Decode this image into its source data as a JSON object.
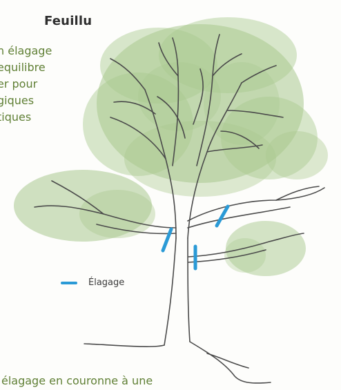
{
  "title": "Feuillu",
  "side_text": {
    "lines": [
      "n élagage",
      "equilibre",
      "er pour",
      "giques",
      "tiques"
    ]
  },
  "legend": {
    "label": "Élagage",
    "color": "#2a9ad6"
  },
  "bottom_text": "élagage en couronne à une",
  "colors": {
    "text_green": "#5f7f34",
    "foliage": "#a9c98f",
    "trunk_line": "#4a4a4a",
    "pruning_mark": "#2a9ad6"
  }
}
